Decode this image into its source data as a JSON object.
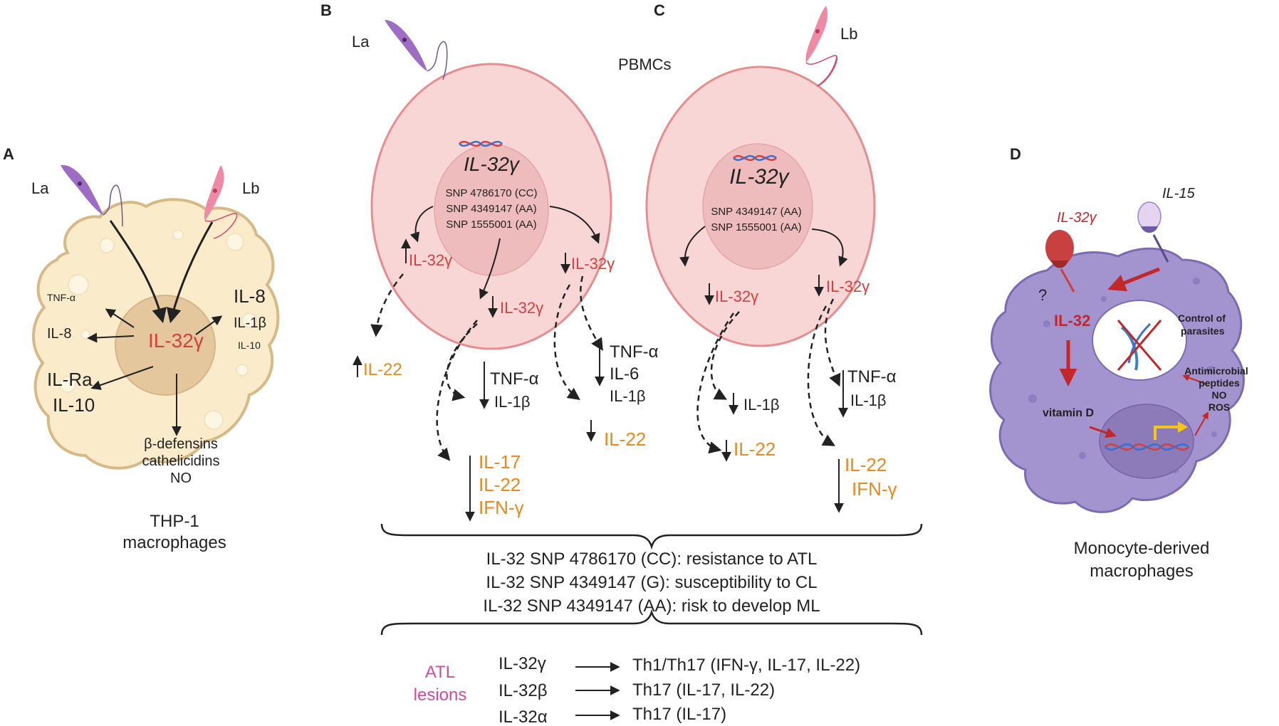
{
  "panel_a": {
    "letter": "A",
    "la": "La",
    "lb": "Lb",
    "center": "IL-32γ",
    "left_outputs": [
      "TNF-α",
      "IL-8",
      "IL-Ra",
      "IL-10"
    ],
    "right_outputs": [
      "IL-8",
      "IL-1β",
      "IL-10"
    ],
    "bottom_outputs": [
      "β-defensins",
      "cathelicidins",
      "NO"
    ],
    "caption": [
      "THP-1",
      "macrophages"
    ]
  },
  "panel_b": {
    "letter": "B",
    "la": "La",
    "gene": "IL-32γ",
    "snps": [
      "SNP 4786170 (CC)",
      "SNP 4349147 (AA)",
      "SNP 1555001 (AA)"
    ],
    "up_il32": "IL-32γ",
    "down_il32_mid": "IL-32γ",
    "down_il32_right": "IL-32γ",
    "up_il22": "IL-22",
    "mid_group": [
      "TNF-α",
      "IL-1β"
    ],
    "mid_orange": [
      "IL-17",
      "IL-22",
      "IFN-γ"
    ],
    "right_group": [
      "TNF-α",
      "IL-6",
      "IL-1β"
    ],
    "right_orange": "IL-22"
  },
  "pbmcs_label": "PBMCs",
  "panel_c": {
    "letter": "C",
    "lb": "Lb",
    "gene": "IL-32γ",
    "snps": [
      "SNP 4349147 (AA)",
      "SNP 1555001 (AA)"
    ],
    "down_il32_left": "IL-32γ",
    "down_il32_right": "IL-32γ",
    "left_group": [
      "IL-1β"
    ],
    "left_orange": "IL-22",
    "right_group": [
      "TNF-α",
      "IL-1β"
    ],
    "right_orange": [
      "IL-22",
      "IFN-γ"
    ]
  },
  "snp_summary": [
    "IL-32 SNP 4786170 (CC): resistance to ATL",
    "IL-32 SNP 4349147 (G): susceptibility to CL",
    "IL-32 SNP 4349147 (AA): risk to develop ML"
  ],
  "atl": {
    "label": [
      "ATL",
      "lesions"
    ],
    "isoforms": [
      "IL-32γ",
      "IL-32β",
      "IL-32α"
    ],
    "responses": [
      "Th1/Th17 (IFN-γ, IL-17, IL-22)",
      "Th17 (IL-17, IL-22)",
      "Th17 (IL-17)"
    ]
  },
  "panel_d": {
    "letter": "D",
    "il15": "IL-15",
    "il32g": "IL-32γ",
    "question": "?",
    "il32": "IL-32",
    "control": [
      "Control of",
      "parasites"
    ],
    "vitd": "vitamin D",
    "antimicrobial": [
      "Antimicrobial",
      "peptides",
      "NO",
      "ROS"
    ],
    "caption": [
      "Monocyte-derived",
      "macrophages"
    ]
  },
  "colors": {
    "thp1_cytoplasm": "#faeccb",
    "thp1_nucleus": "#e5c79e",
    "pbmc_cytoplasm": "#f8d6d6",
    "pbmc_nucleus": "#eebcbc",
    "mdm_cytoplasm": "#a393cf",
    "text_red": "#d2403f",
    "text_orange": "#e8891e",
    "text_magenta": "#d24ba0"
  }
}
